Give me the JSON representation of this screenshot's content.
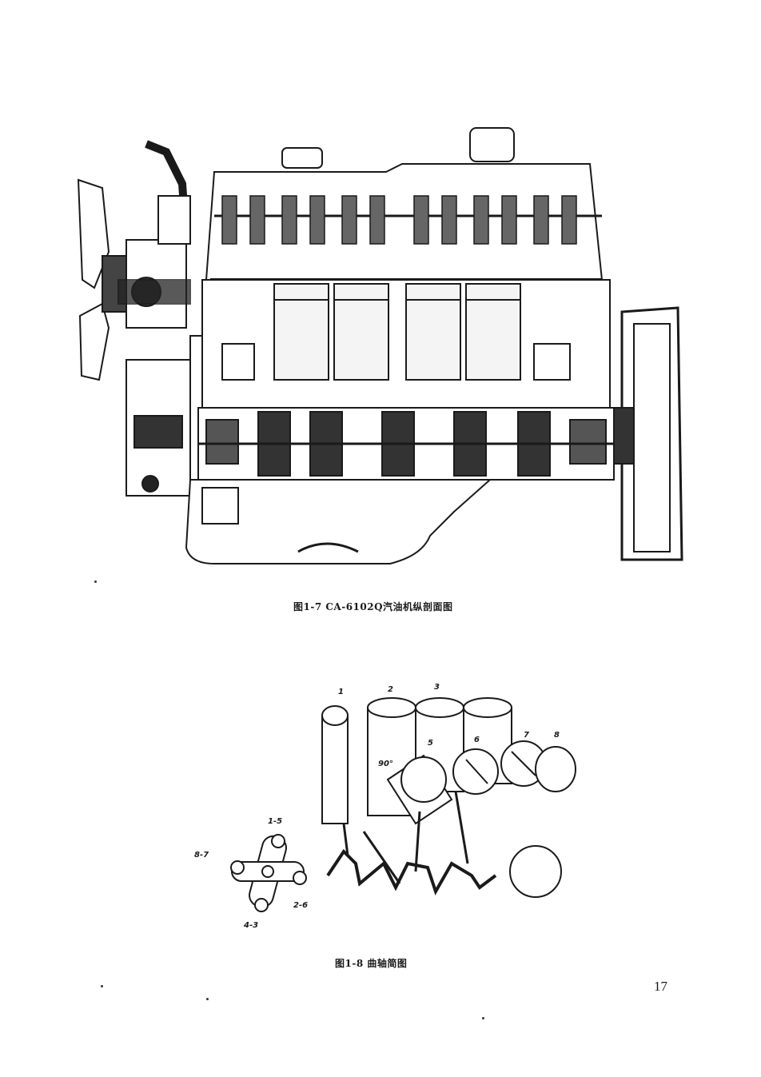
{
  "figure1": {
    "caption": "图1-7   CA-6102Q汽油机纵剖面图"
  },
  "figure2": {
    "caption": "图1-8   曲轴简图",
    "cylinder_labels": [
      "1",
      "2",
      "3",
      "5",
      "6",
      "7",
      "8"
    ],
    "angle_label": "90°",
    "firing_pair_labels": [
      "1-5",
      "8-7",
      "2-6",
      "4-3"
    ]
  },
  "page_number": "17"
}
